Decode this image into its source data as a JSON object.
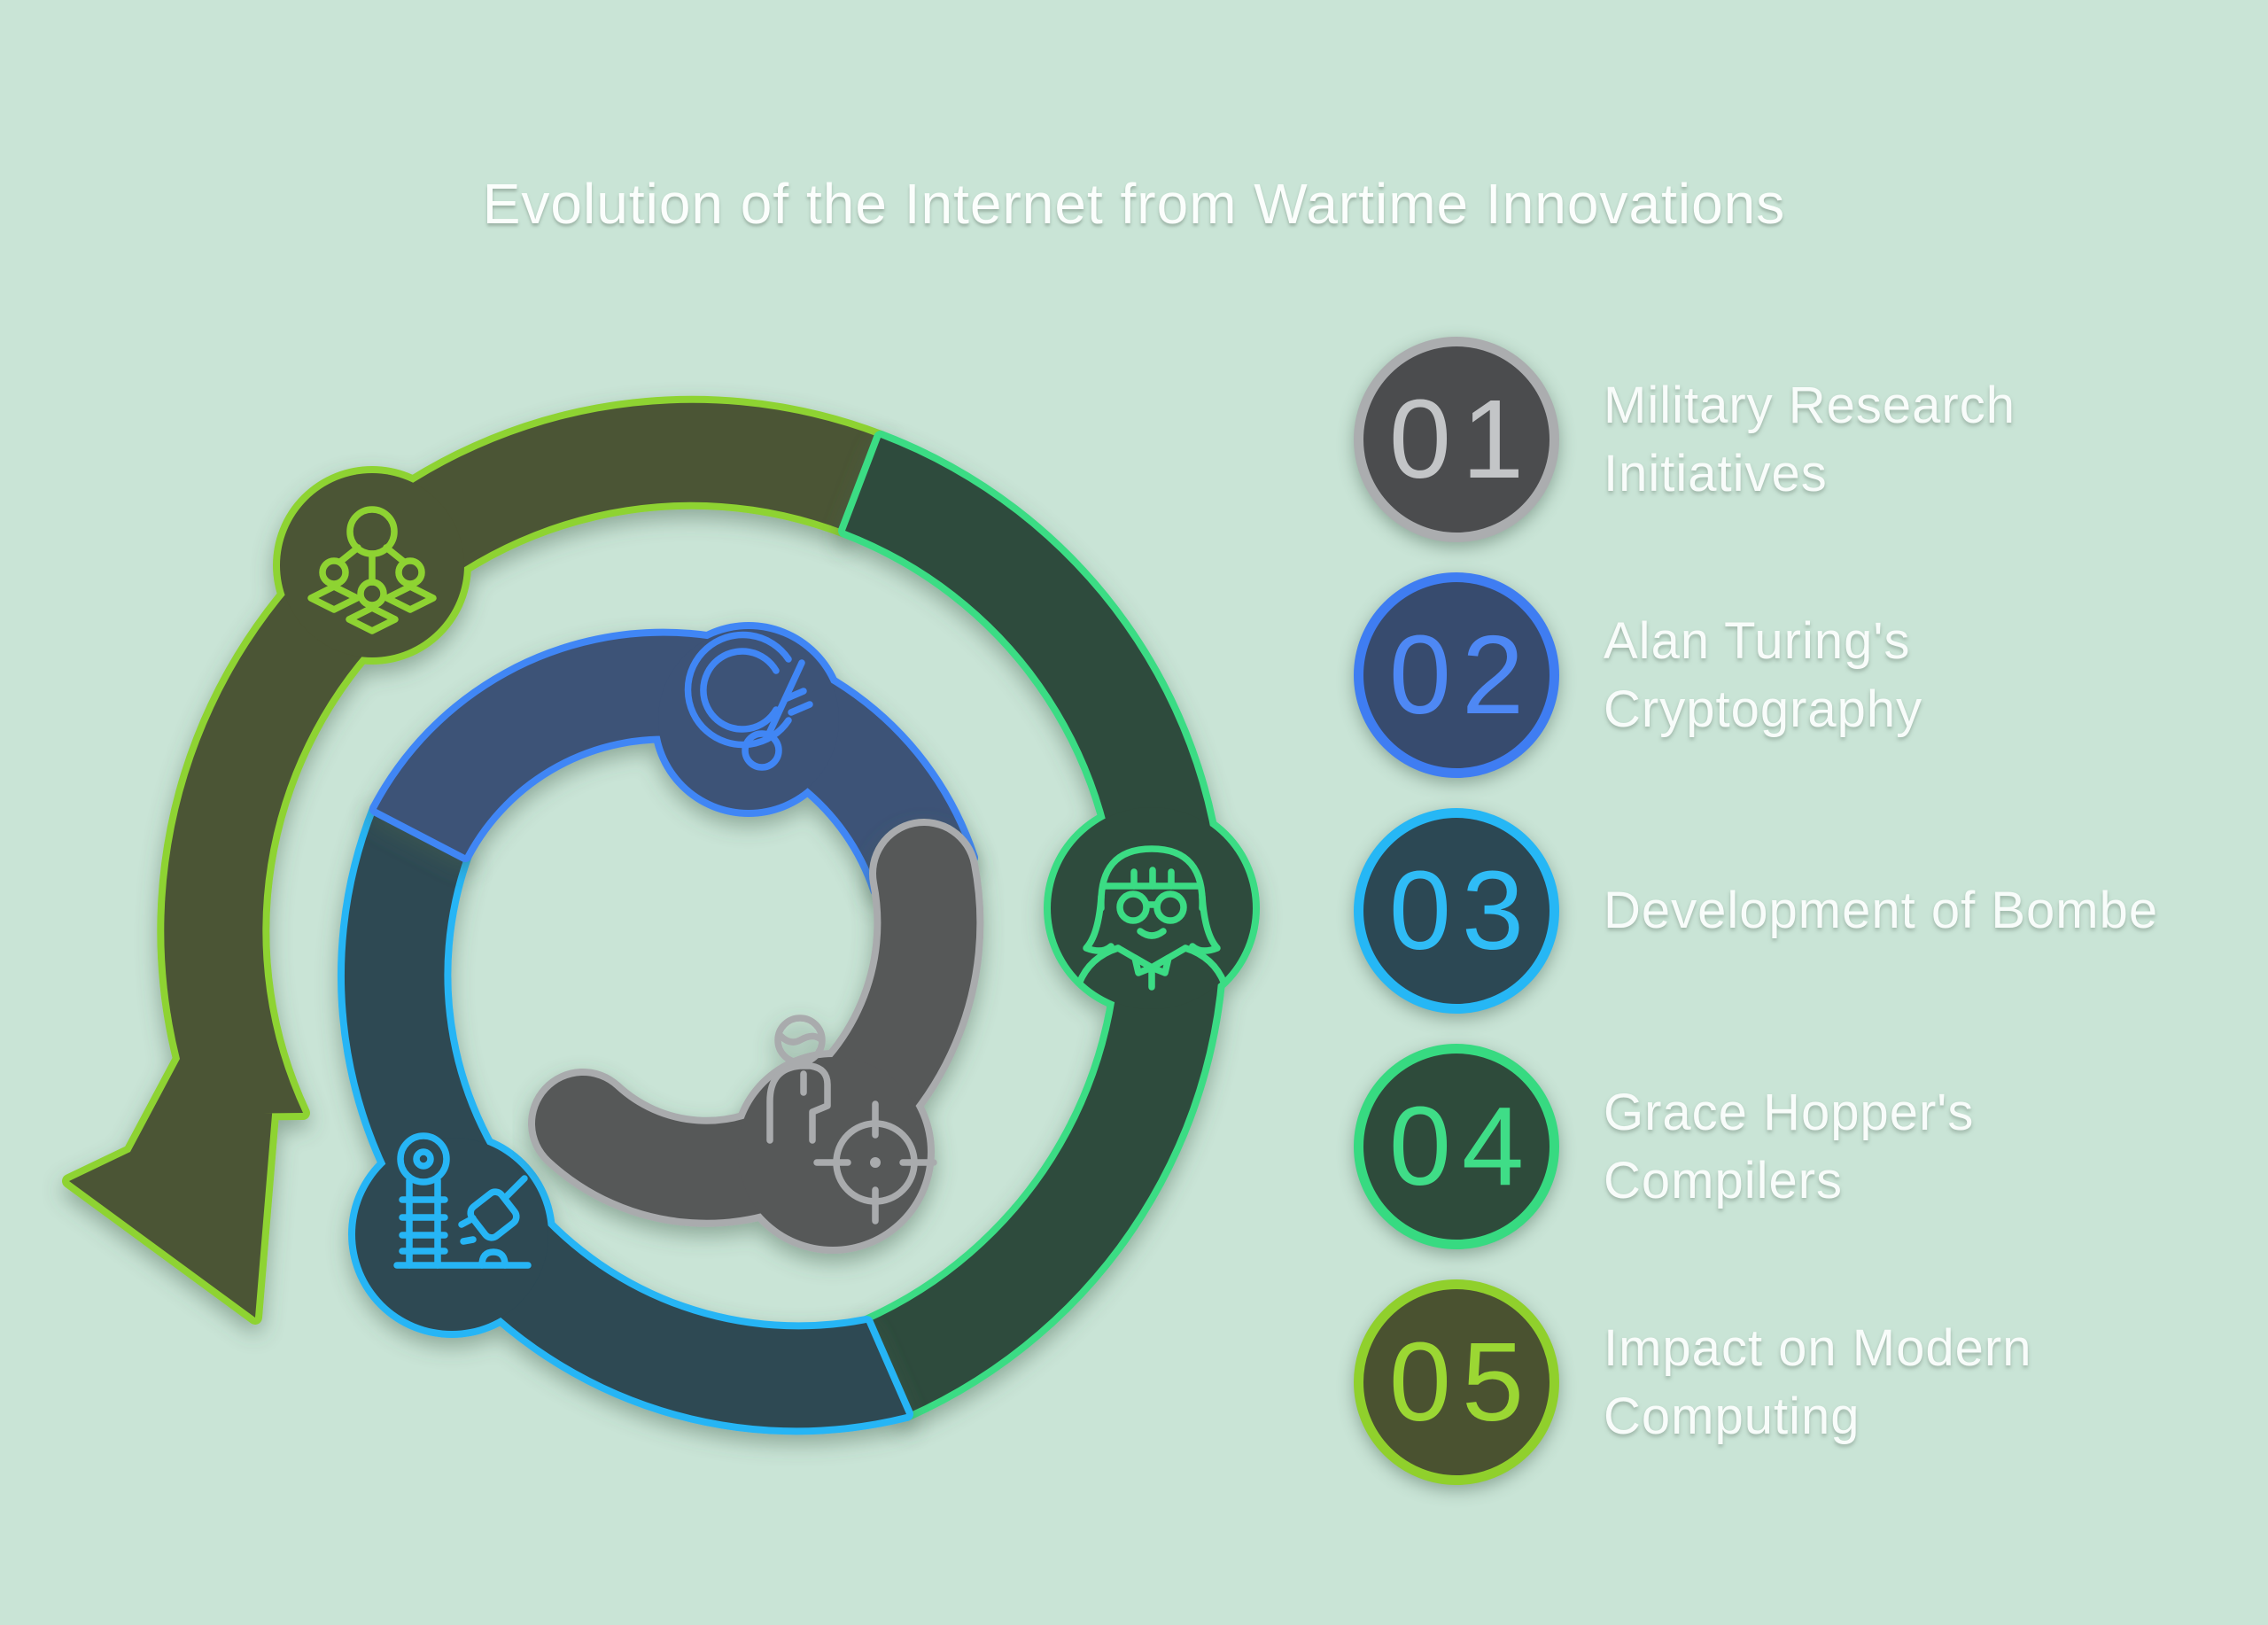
{
  "title": "Evolution of the Internet from Wartime Innovations",
  "background_color": "#c9e4d6",
  "title_color": "#fbfefc",
  "label_color": "#f8fcfa",
  "steps": [
    {
      "number": "01",
      "label": "Military Research\nInitiatives",
      "circle_fill": "#4b4c4e",
      "ring_color": "#abadaf",
      "number_color": "#c3c5c7"
    },
    {
      "number": "02",
      "label": "Alan Turing's\nCryptography",
      "circle_fill": "#374b6e",
      "ring_color": "#3f7df2",
      "number_color": "#4e88f4"
    },
    {
      "number": "03",
      "label": "Development of Bombe",
      "circle_fill": "#2c4854",
      "ring_color": "#26b7f5",
      "number_color": "#2fbcf6"
    },
    {
      "number": "04",
      "label": "Grace Hopper's\nCompilers",
      "circle_fill": "#2e4b3b",
      "ring_color": "#37da81",
      "number_color": "#3fdd87"
    },
    {
      "number": "05",
      "label": "Impact on Modern\nComputing",
      "circle_fill": "#4a5230",
      "ring_color": "#90d02c",
      "number_color": "#9bd733"
    }
  ],
  "spiral": {
    "description": "Spiral flow diagram with terminal arrow, five segments from center outward",
    "segments": [
      {
        "name": "olive-outer-with-arrow",
        "fill": "#4c5434",
        "stroke": "#8ed331",
        "icon": "network-hierarchy-icon"
      },
      {
        "name": "green-outer-right",
        "fill": "#2f4b3c",
        "stroke": "#3bdc84",
        "icon": "woman-portrait-icon"
      },
      {
        "name": "teal-lower",
        "fill": "#2d4853",
        "stroke": "#27b5f5",
        "icon": "bombe-machine-icon"
      },
      {
        "name": "blue-middle-top",
        "fill": "#3c5277",
        "stroke": "#4186f5",
        "icon": "circular-key-icon"
      },
      {
        "name": "gray-inner-hook",
        "fill": "#575859",
        "stroke": "#a9abad",
        "icon": "person-target-icon"
      }
    ]
  }
}
